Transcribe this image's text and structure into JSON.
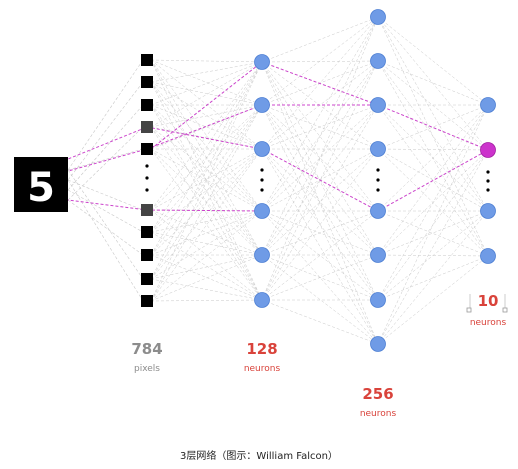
{
  "colors": {
    "neuron": "#6f9be6",
    "neuron_stroke": "#4d7fd3",
    "active_neuron": "#cc33cc",
    "highlight_edge": "#cc44cc",
    "edge": "#c8c8c8",
    "pixel_label": "#8c8c8c",
    "neuron_label": "#d9433b"
  },
  "input_image": {
    "digit": "5"
  },
  "layers": [
    {
      "count": "784",
      "unit": "pixels"
    },
    {
      "count": "128",
      "unit": "neurons"
    },
    {
      "count": "256",
      "unit": "neurons"
    },
    {
      "count": "10",
      "unit": "neurons"
    }
  ],
  "caption": "3层网络（图示：William Falcon）"
}
